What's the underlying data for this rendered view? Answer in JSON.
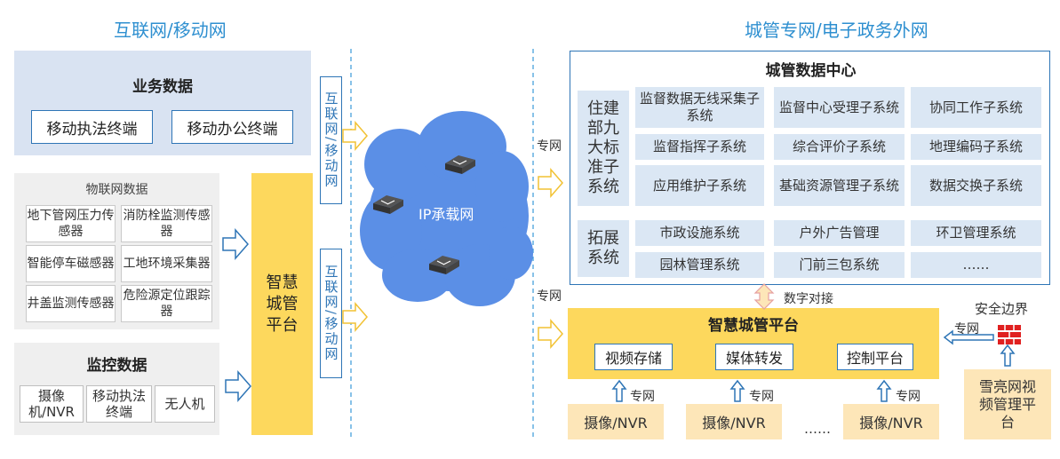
{
  "headers": {
    "left": "互联网/移动网",
    "right": "城管专网/电子政务外网"
  },
  "business": {
    "title": "业务数据",
    "items": [
      "移动执法终端",
      "移动办公终端"
    ]
  },
  "iot": {
    "title": "物联网数据",
    "items": [
      "地下管网压力传感器",
      "消防栓监测传感器",
      "智能停车磁感器",
      "工地环境采集器",
      "井盖监测传感器",
      "危险源定位跟踪器"
    ]
  },
  "monitor": {
    "title": "监控数据",
    "items": [
      "摄像机/NVR",
      "移动执法终端",
      "无人机"
    ]
  },
  "platform_left": "智慧城管平台",
  "vlabel_top": "互联网/移动网",
  "vlabel_bottom": "互联网/移动网",
  "cloud": {
    "label": "IP承载网"
  },
  "dc": {
    "title": "城管数据中心",
    "group1_label": "住建部九大标准子系统",
    "group1_items": [
      "监督数据无线采集子系统",
      "监督中心受理子系统",
      "协同工作子系统",
      "监督指挥子系统",
      "综合评价子系统",
      "地理编码子系统",
      "应用维护子系统",
      "基础资源管理子系统",
      "数据交换子系统"
    ],
    "group2_label": "拓展系统",
    "group2_items": [
      "市政设施系统",
      "户外广告管理",
      "环卫管理系统",
      "园林管理系统",
      "门前三包系统",
      "……"
    ]
  },
  "labels": {
    "zhuanwang": "专网",
    "shuzi": "数字对接",
    "anquan": "安全边界",
    "dots": "……"
  },
  "platform_right": {
    "title": "智慧城管平台",
    "items": [
      "视频存储",
      "媒体转发",
      "控制平台"
    ]
  },
  "cams": [
    "摄像/NVR",
    "摄像/NVR",
    "摄像/NVR"
  ],
  "xueliang": "雪亮网视频管理平台",
  "colors": {
    "accent": "#2e8fd0",
    "yellow": "#fdd85d",
    "cloud": "#5b8fe6",
    "firewall": "#e02020"
  }
}
